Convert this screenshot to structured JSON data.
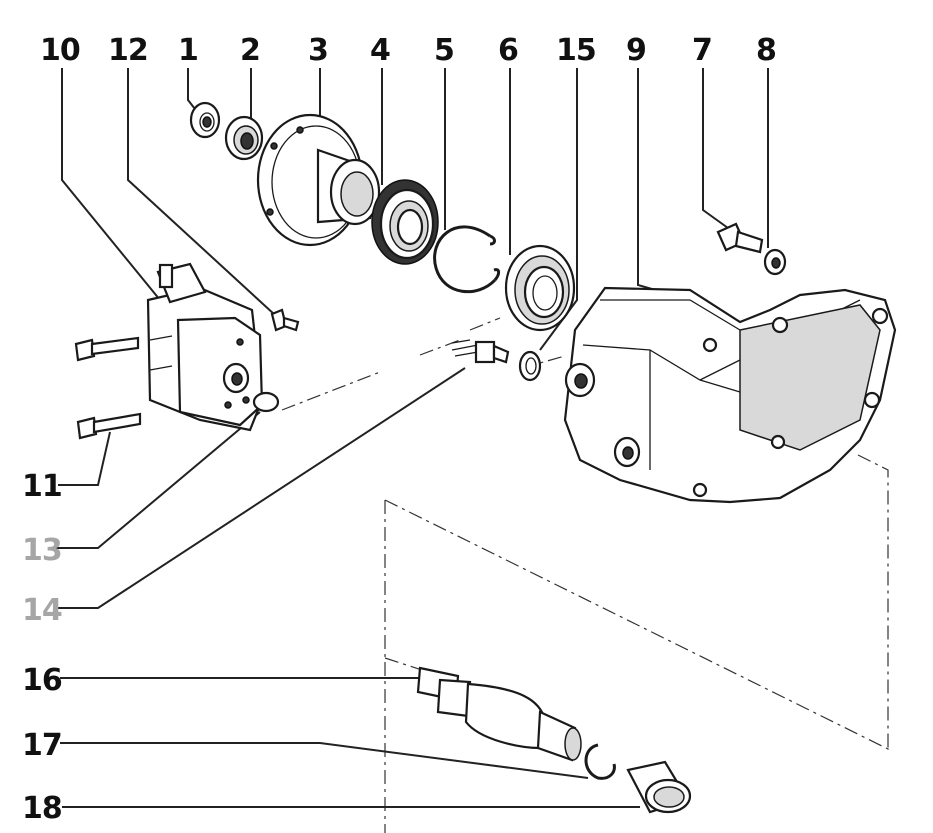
{
  "colors": {
    "label": "#111111",
    "muted_label": "#a6a6a6",
    "ink": "#1a1a1a"
  },
  "labels": {
    "p10": "10",
    "p12": "12",
    "p1": "1",
    "p2": "2",
    "p3": "3",
    "p4": "4",
    "p5": "5",
    "p6": "6",
    "p15": "15",
    "p9": "9",
    "p7": "7",
    "p8": "8",
    "p11": "11",
    "p13": "13",
    "p14": "14",
    "p16": "16",
    "p17": "17",
    "p18": "18"
  }
}
